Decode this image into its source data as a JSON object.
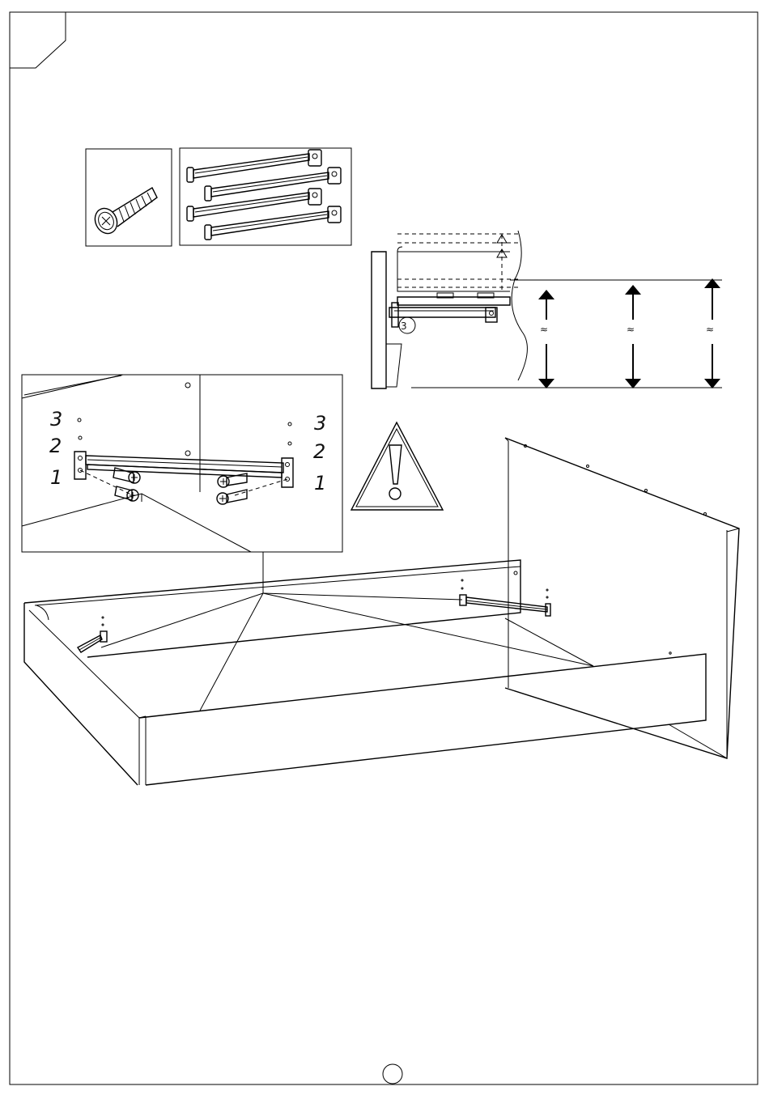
{
  "panel_step_corner": {
    "step_number": ""
  },
  "hardware": {
    "screw": {
      "icon": "screw-icon",
      "count_label": ""
    },
    "brackets": {
      "icon": "bracket-rail-icon",
      "count_label": ""
    }
  },
  "height_detail": {
    "approx_symbol": "≈",
    "arrows": 3
  },
  "bracket_detail": {
    "left_positions": [
      "3",
      "2",
      "1"
    ],
    "right_positions": [
      "3",
      "2",
      "1"
    ]
  },
  "warning": {
    "icon": "warning-exclamation-icon"
  },
  "page_number": {
    "value": ""
  }
}
